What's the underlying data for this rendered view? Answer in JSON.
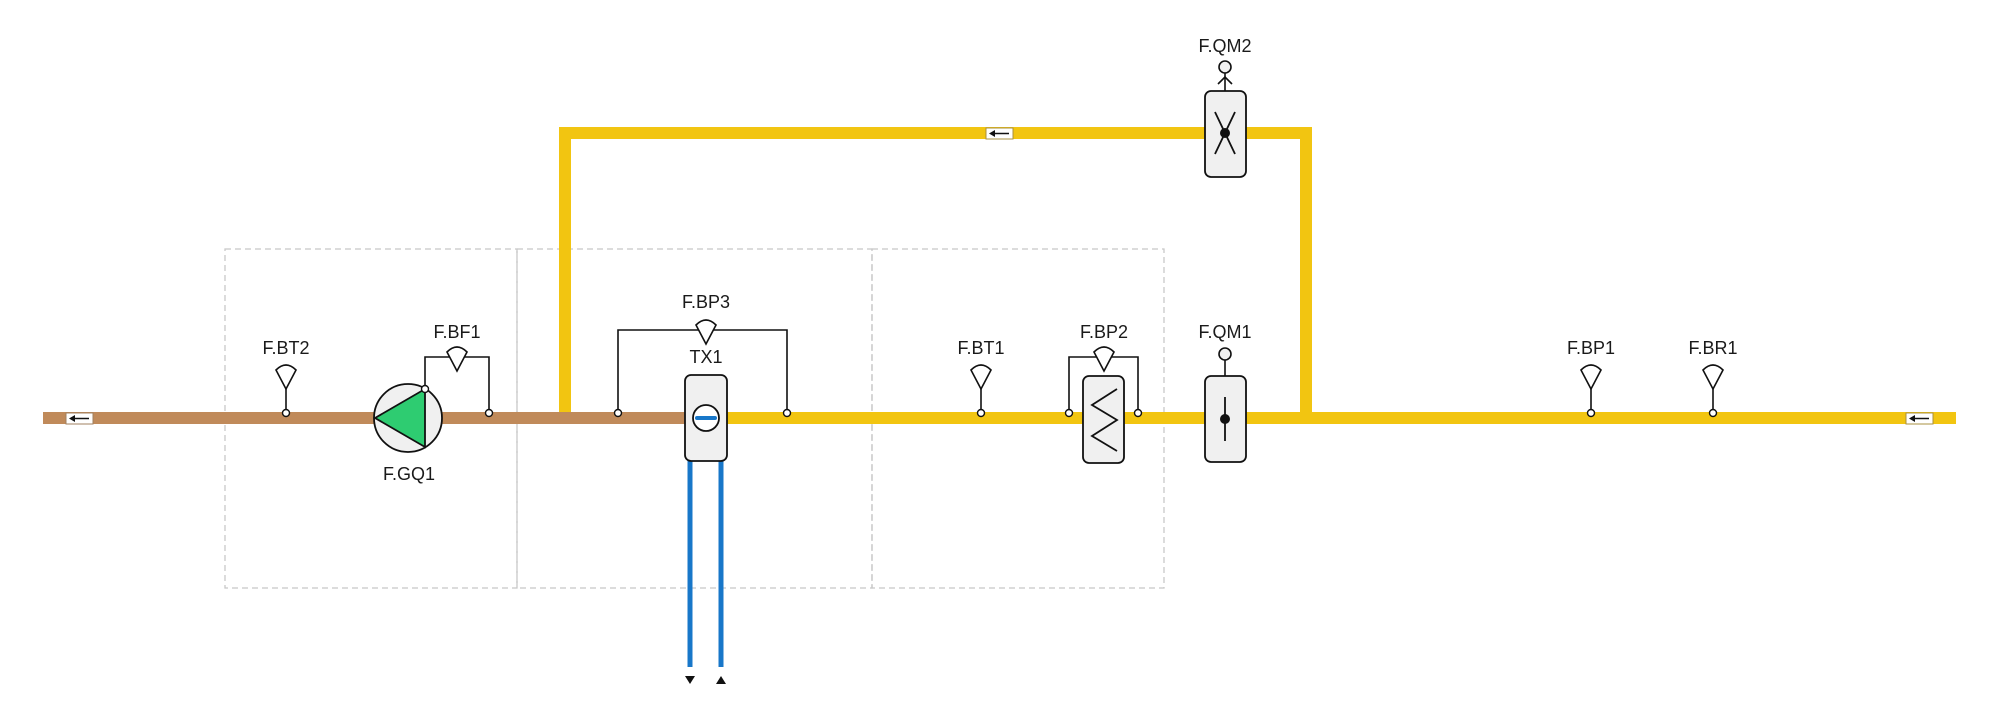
{
  "colors": {
    "return_pipe": "#c08a5a",
    "supply_pipe": "#f2c511",
    "secondary_pipe": "#1877c9",
    "pump_fill": "#2ecc71",
    "device_fill": "#f0f0f0",
    "outline": "#1a1a1a",
    "frame": "#c8c8c8"
  },
  "groups": [
    {
      "id": "group-pump"
    },
    {
      "id": "group-heat-exchange"
    },
    {
      "id": "group-secondary"
    }
  ],
  "pipes": {
    "main_return": {
      "flow_direction": "left"
    },
    "main_supply": {
      "flow_direction": "left"
    },
    "bypass": {
      "flow_direction": "left"
    },
    "secondary": {
      "flows": [
        "down",
        "up"
      ]
    }
  },
  "components": {
    "pump": {
      "tag": "F.GQ1",
      "type": "pump"
    },
    "heat_exchanger_tx": {
      "tag": "TX1",
      "type": "heat-exchanger"
    },
    "heat_meter_main": {
      "tag": "F.QM1",
      "type": "valve"
    },
    "heat_meter_bypass": {
      "tag": "F.QM2",
      "type": "control-valve"
    },
    "heat_exchanger_coil": {
      "tag": "",
      "type": "coil"
    }
  },
  "sensors": {
    "bt2": {
      "tag": "F.BT2"
    },
    "bf1": {
      "tag": "F.BF1"
    },
    "bp3": {
      "tag": "F.BP3"
    },
    "bt1": {
      "tag": "F.BT1"
    },
    "bp2": {
      "tag": "F.BP2"
    },
    "bp1": {
      "tag": "F.BP1"
    },
    "br1": {
      "tag": "F.BR1"
    }
  }
}
